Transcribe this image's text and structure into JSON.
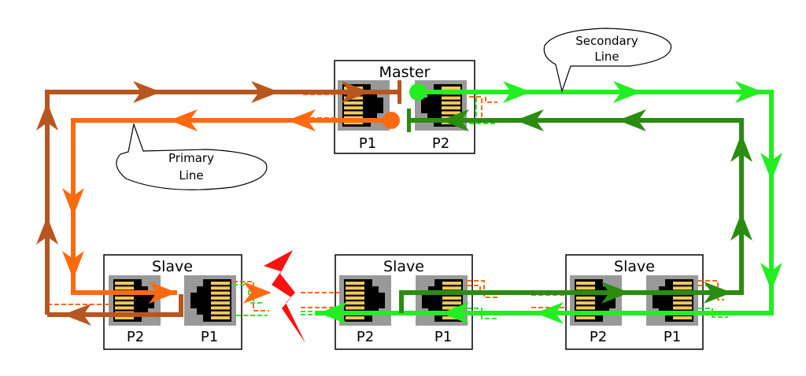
{
  "diagram": {
    "title": "Ring network with primary and secondary line",
    "colors": {
      "primary_out": "#b8561f",
      "primary_in": "#ff6a10",
      "secondary_out": "#22ee22",
      "secondary_in": "#2a8c10",
      "fault": "#ff1010",
      "port_bg": "#999999",
      "pin": "#f4c85a",
      "box_border": "#000000"
    },
    "devices": [
      {
        "id": "master",
        "title": "Master",
        "ports": [
          "P1",
          "P2"
        ]
      },
      {
        "id": "slave-left",
        "title": "Slave",
        "ports": [
          "P2",
          "P1"
        ]
      },
      {
        "id": "slave-middle",
        "title": "Slave",
        "ports": [
          "P2",
          "P1"
        ]
      },
      {
        "id": "slave-right",
        "title": "Slave",
        "ports": [
          "P2",
          "P1"
        ]
      }
    ],
    "callouts": [
      {
        "id": "primary",
        "lines": [
          "Primary",
          "Line"
        ]
      },
      {
        "id": "secondary",
        "lines": [
          "Secondary",
          "Line"
        ]
      }
    ],
    "fault": {
      "icon": "lightning-bolt-icon",
      "meaning": "cable break"
    }
  }
}
